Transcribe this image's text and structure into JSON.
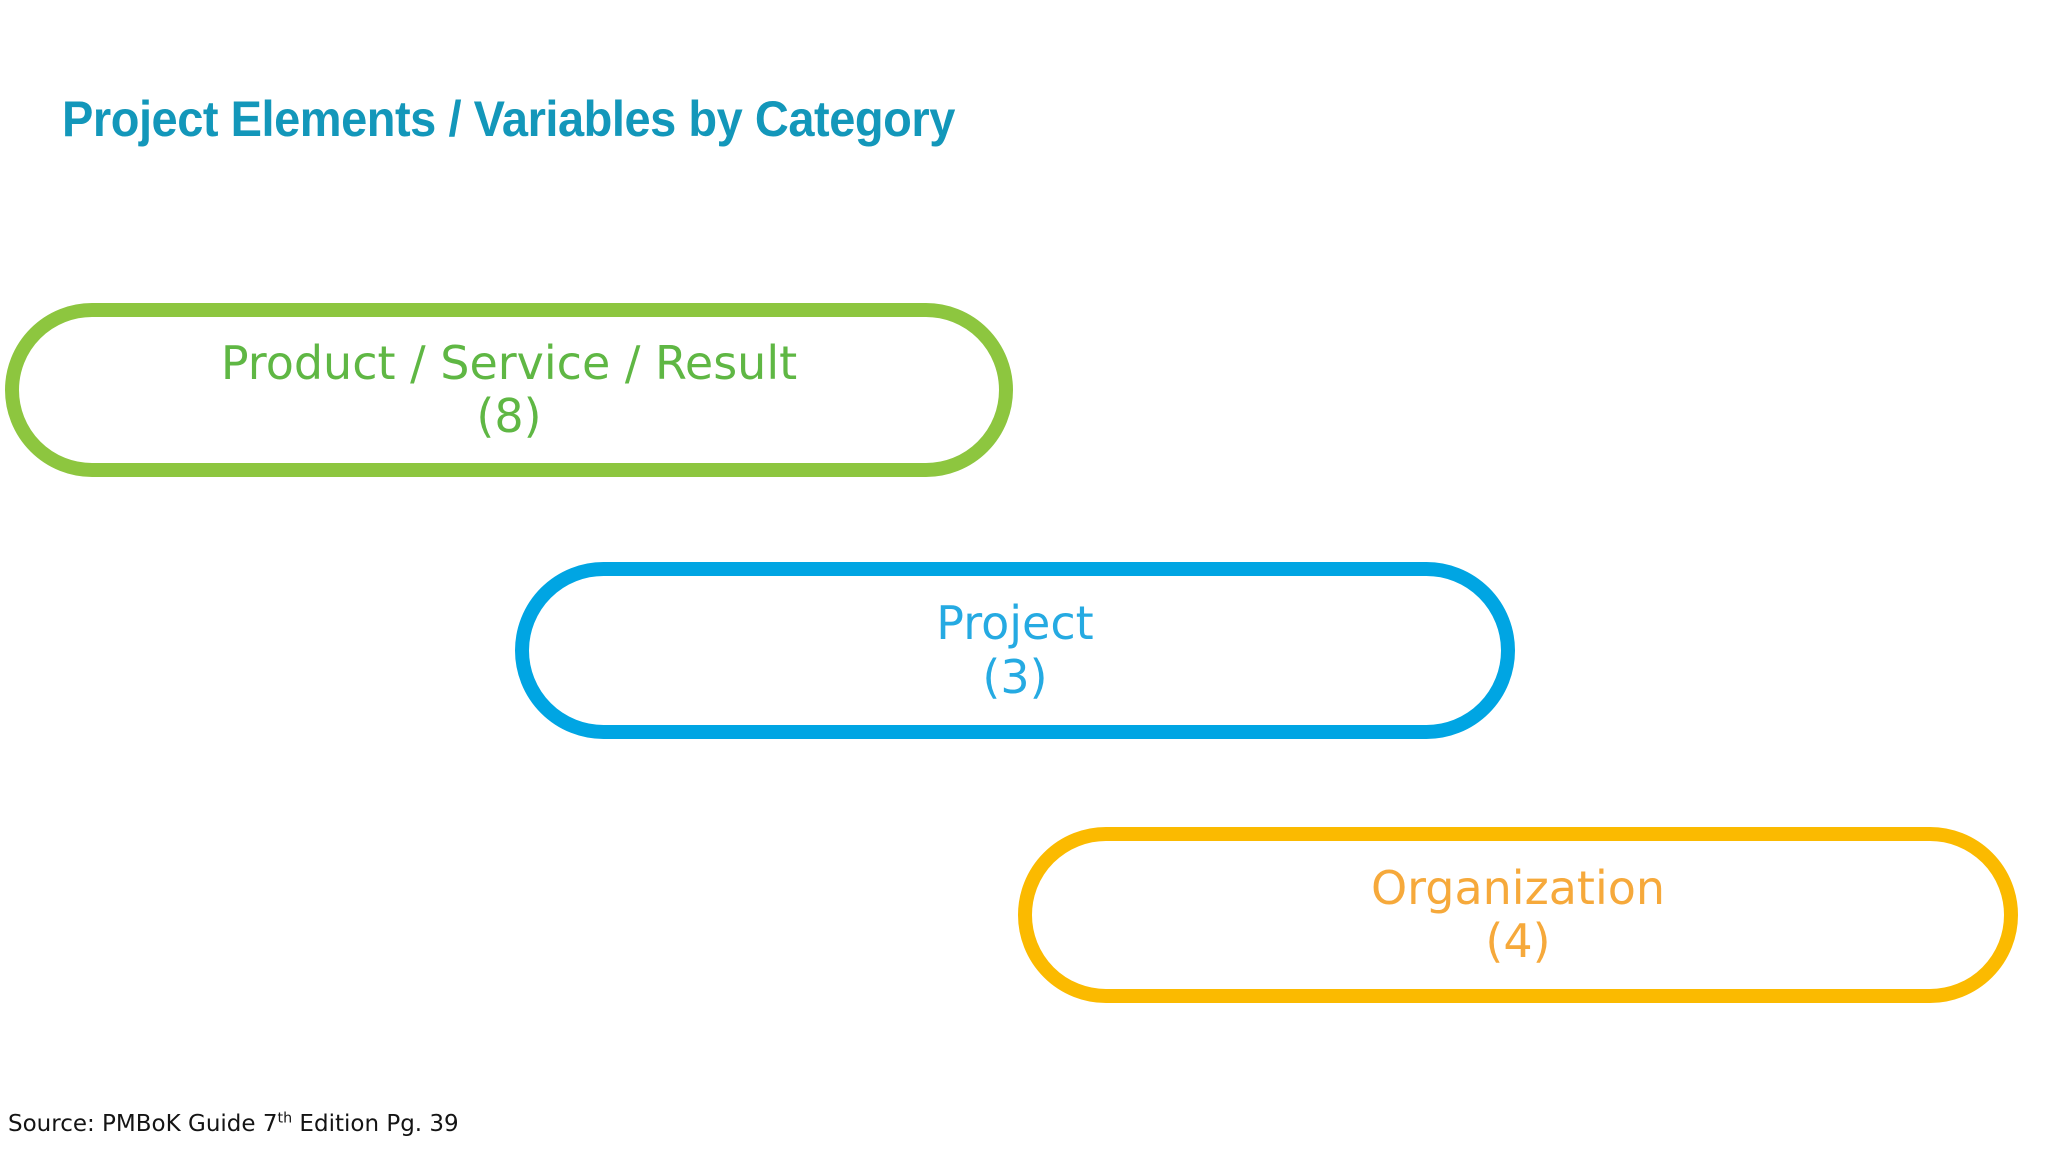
{
  "slide": {
    "title": "Project Elements / Variables by Category",
    "title_color": "#1397BA",
    "background_color": "#FFFFFF"
  },
  "diagram": {
    "type": "stacked-offset-pills",
    "nodes": [
      {
        "id": "product-service-result",
        "label": "Product / Service / Result",
        "count": "(8)",
        "count_value": 8,
        "border_color": "#8DC63F",
        "text_color": "#5FB744"
      },
      {
        "id": "project",
        "label": "Project",
        "count": "(3)",
        "count_value": 3,
        "border_color": "#00A5E3",
        "text_color": "#25AAE2"
      },
      {
        "id": "organization",
        "label": "Organization",
        "count": "(4)",
        "count_value": 4,
        "border_color": "#FBBA00",
        "text_color": "#F6A93B"
      }
    ]
  },
  "footer": {
    "source_prefix": "Source: PMBoK Guide 7",
    "source_ordinal": "th",
    "source_suffix": " Edition Pg. 39"
  }
}
